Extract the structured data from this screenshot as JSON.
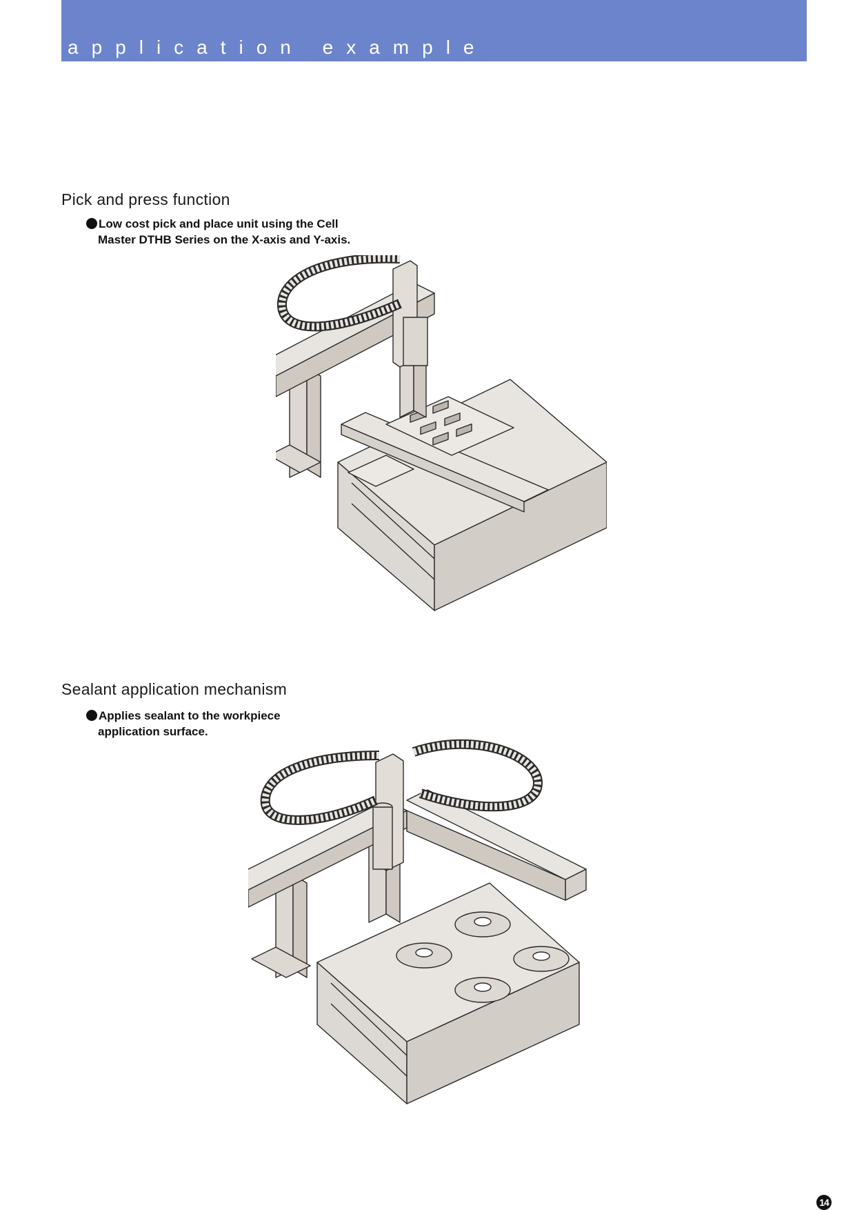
{
  "header": {
    "title": "application example",
    "band_color": "#6c84cc"
  },
  "sections": [
    {
      "heading": "Pick and press function",
      "bullet_line1": "Low cost pick and place unit using the Cell",
      "bullet_line2": "Master DTHB Series on the X-axis and Y-axis.",
      "figure_icon": "xy-gantry-pick-and-place-illustration"
    },
    {
      "heading": "Sealant application mechanism",
      "bullet_line1": "Applies sealant to the workpiece",
      "bullet_line2": "application surface.",
      "figure_icon": "xyz-gantry-sealant-illustration"
    }
  ],
  "page_number": "14"
}
